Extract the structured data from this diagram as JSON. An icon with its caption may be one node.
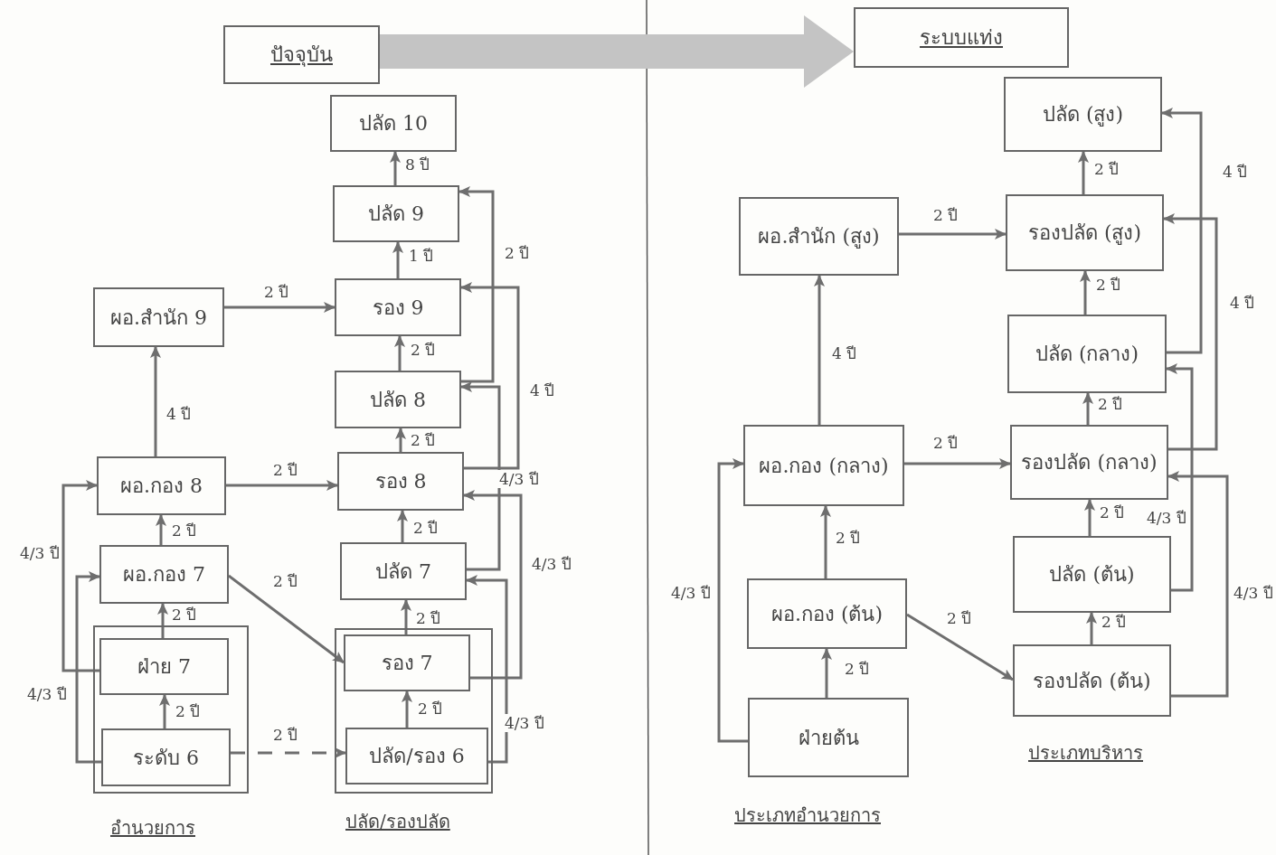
{
  "diagram": {
    "nodes": [
      {
        "text": [
          "ปัจจุบัน"
        ]
      },
      {
        "text": [
          "ปลัด 10"
        ]
      },
      {
        "text": [
          "ปลัด 9"
        ]
      },
      {
        "text": [
          "ผอ.สำนัก 9"
        ]
      },
      {
        "text": [
          "รอง 9"
        ]
      },
      {
        "text": [
          "ปลัด 8"
        ]
      },
      {
        "text": [
          "ผอ.กอง 8"
        ]
      },
      {
        "text": [
          "รอง 8"
        ]
      },
      {
        "text": [
          "ผอ.กอง 7"
        ]
      },
      {
        "text": [
          "ปลัด 7"
        ]
      },
      {
        "text": [],
        "shape": "box"
      },
      {
        "text": [
          "ฝ่าย 7"
        ],
        "in": 10
      },
      {
        "text": [
          "ระดับ 6"
        ],
        "in": 10
      },
      {
        "text": [],
        "shape": "box"
      },
      {
        "text": [
          "รอง 7"
        ],
        "in": 13
      },
      {
        "text": [
          "ปลัด/รอง 6"
        ],
        "in": 13
      },
      {
        "text": [
          "ระบบแท่ง"
        ]
      },
      {
        "text": [
          "ปลัด (สูง)"
        ]
      },
      {
        "text": [
          "ผอ.สำนัก (สูง)"
        ]
      },
      {
        "text": [
          "รองปลัด (สูง)"
        ]
      },
      {
        "text": [
          "ปลัด (กลาง)"
        ]
      },
      {
        "text": [
          "ผอ.กอง (กลาง)"
        ]
      },
      {
        "text": [
          "รองปลัด (กลาง)"
        ]
      },
      {
        "text": [
          "ปลัด (ต้น)"
        ]
      },
      {
        "text": [
          "ผอ.กอง (ต้น)"
        ]
      },
      {
        "text": [
          "รองปลัด (ต้น)"
        ]
      },
      {
        "text": [
          "ฝ่ายต้น"
        ]
      }
    ],
    "edges": [
      {
        "from": 0,
        "to": 16,
        "arrow": "to",
        "style": "thick",
        "color": "#c4c4c4"
      },
      {
        "from": 2,
        "to": 1,
        "arrow": "to",
        "label": "8 ปี"
      },
      {
        "from": 4,
        "to": 2,
        "arrow": "to",
        "label": "1 ปี"
      },
      {
        "from": 5,
        "to": 4,
        "arrow": "to",
        "label": "2 ปี"
      },
      {
        "from": 7,
        "to": 5,
        "arrow": "to",
        "label": "2 ปี"
      },
      {
        "from": 9,
        "to": 7,
        "arrow": "to",
        "label": "2 ปี"
      },
      {
        "from": 14,
        "to": 9,
        "arrow": "to",
        "label": "2 ปี"
      },
      {
        "from": 15,
        "to": 14,
        "arrow": "to",
        "label": "2 ปี"
      },
      {
        "from": 3,
        "to": 4,
        "arrow": "to",
        "label": "2 ปี"
      },
      {
        "from": 6,
        "to": 3,
        "arrow": "to",
        "label": "4 ปี"
      },
      {
        "from": 6,
        "to": 7,
        "arrow": "to",
        "label": "2 ปี"
      },
      {
        "from": 8,
        "to": 6,
        "arrow": "to",
        "label": "2 ปี"
      },
      {
        "from": 11,
        "to": 8,
        "arrow": "to",
        "label": "2 ปี"
      },
      {
        "from": 12,
        "to": 11,
        "arrow": "to",
        "label": "2 ปี"
      },
      {
        "from": 8,
        "to": 14,
        "arrow": "to",
        "label": "2 ปี"
      },
      {
        "from": 12,
        "to": 15,
        "arrow": "to",
        "label": "2 ปี",
        "style": "dashed"
      },
      {
        "from": 11,
        "to": 6,
        "arrow": "to",
        "label": "4/3 ปี"
      },
      {
        "from": 12,
        "to": 8,
        "arrow": "to",
        "label": "4/3 ปี"
      },
      {
        "from": 5,
        "to": 2,
        "arrow": "to",
        "label": "2 ปี"
      },
      {
        "from": 7,
        "to": 4,
        "arrow": "to",
        "label": "4 ปี"
      },
      {
        "from": 9,
        "to": 5,
        "arrow": "to",
        "label": "4/3 ปี"
      },
      {
        "from": 14,
        "to": 7,
        "arrow": "to",
        "label": "4/3 ปี"
      },
      {
        "from": 15,
        "to": 9,
        "arrow": "to",
        "label": "4/3 ปี"
      },
      {
        "from": 19,
        "to": 17,
        "arrow": "to",
        "label": "2 ปี"
      },
      {
        "from": 20,
        "to": 19,
        "arrow": "to",
        "label": "2 ปี"
      },
      {
        "from": 22,
        "to": 20,
        "arrow": "to",
        "label": "2 ปี"
      },
      {
        "from": 23,
        "to": 22,
        "arrow": "to",
        "label": "2 ปี"
      },
      {
        "from": 25,
        "to": 23,
        "arrow": "to",
        "label": "2 ปี"
      },
      {
        "from": 18,
        "to": 19,
        "arrow": "to",
        "label": "2 ปี"
      },
      {
        "from": 21,
        "to": 18,
        "arrow": "to",
        "label": "4 ปี"
      },
      {
        "from": 21,
        "to": 22,
        "arrow": "to",
        "label": "2 ปี"
      },
      {
        "from": 24,
        "to": 21,
        "arrow": "to",
        "label": "2 ปี"
      },
      {
        "from": 26,
        "to": 24,
        "arrow": "to",
        "label": "2 ปี"
      },
      {
        "from": 24,
        "to": 25,
        "arrow": "to",
        "label": "2 ปี"
      },
      {
        "from": 26,
        "to": 21,
        "arrow": "to",
        "label": "4/3 ปี"
      },
      {
        "from": 20,
        "to": 17,
        "arrow": "to",
        "label": "4 ปี"
      },
      {
        "from": 22,
        "to": 19,
        "arrow": "to",
        "label": "4 ปี"
      },
      {
        "from": 23,
        "to": 20,
        "arrow": "to",
        "label": "4/3 ปี"
      },
      {
        "from": 25,
        "to": 22,
        "arrow": "to",
        "label": "4/3 ปี"
      }
    ],
    "labels": [
      "อำนวยการ",
      "ปลัด/รองปลัด",
      "ประเภทอำนวยการ",
      "ประเภทบริหาร"
    ]
  }
}
